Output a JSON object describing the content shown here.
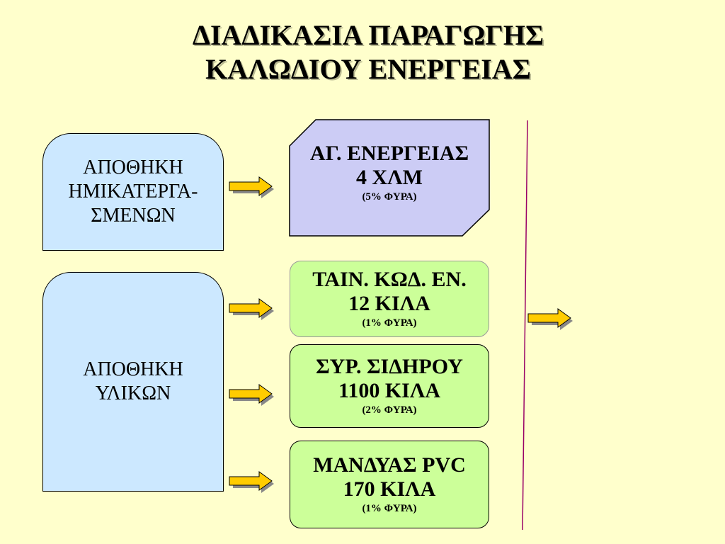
{
  "title": {
    "line1": "ΔΙΑΔΙΚΑΣΙΑ ΠΑΡΑΓΩΓΗΣ",
    "line2": "ΚΑΛΩΔΙΟΥ ΕΝΕΡΓΕΙΑΣ"
  },
  "stores": {
    "semi": {
      "line1": "ΑΠΟΘΗΚΗ",
      "line2": "ΗΜΙΚΑΤΕΡΓΑ-",
      "line3": "ΣΜΕΝΩΝ"
    },
    "materials": {
      "line1": "ΑΠΟΘΗΚΗ",
      "line2": "ΥΛΙΚΩΝ"
    }
  },
  "product": {
    "line1": "ΑΓ. ΕΝΕΡΓΕΙΑΣ",
    "line2": "4 ΧΛΜ",
    "line3": "(5% ΦΥΡΑ)"
  },
  "materials": [
    {
      "line1": "ΤΑΙΝ. ΚΩΔ. ΕΝ.",
      "line2": "12 ΚΙΛΑ",
      "line3": "(1% ΦΥΡΑ)"
    },
    {
      "line1": "ΣΥΡ. ΣΙΔΗΡΟΥ",
      "line2": "1100 ΚΙΛΑ",
      "line3": "(2% ΦΥΡΑ)"
    },
    {
      "line1": "ΜΑΝΔΥΑΣ PVC",
      "line2": "170 ΚΙΛΑ",
      "line3": "(1% ΦΥΡΑ)"
    }
  ],
  "colors": {
    "background": "#ffffcc",
    "store_fill": "#cce8ff",
    "product_fill": "#ccccf5",
    "material_fill": "#ccff99",
    "arrow_fill": "#ffcc00",
    "divider": "#990066"
  }
}
